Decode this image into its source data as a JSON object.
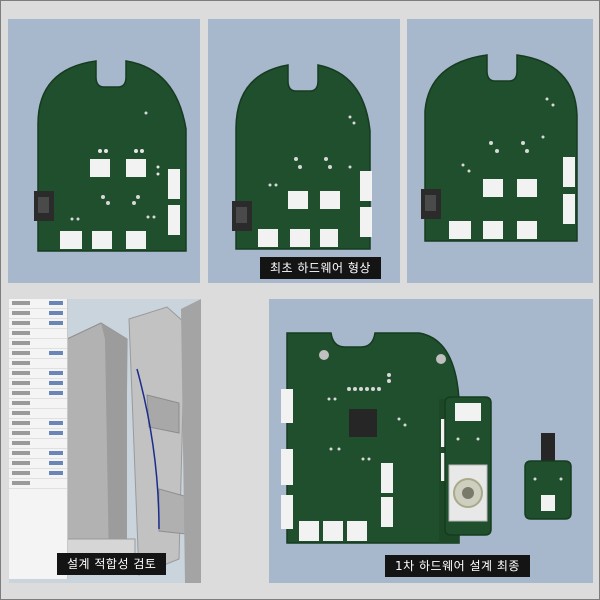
{
  "captions": {
    "initial_hardware_shape": "최초 하드웨어 형상",
    "design_fitness_review": "설계 적합성 검토",
    "first_hardware_design_final": "1차 하드웨어 설계 최종"
  },
  "colors": {
    "render_background": "#a7b8cc",
    "pcb_green": "#1f4f2c",
    "pcb_edge": "#163b20",
    "connector_white": "#f2f2f2",
    "cad_background": "#c9d4dd",
    "caption_background": "#141414"
  },
  "icons": {
    "top_notch": "slot-cutout",
    "sidebar": "cad-property-panel"
  }
}
